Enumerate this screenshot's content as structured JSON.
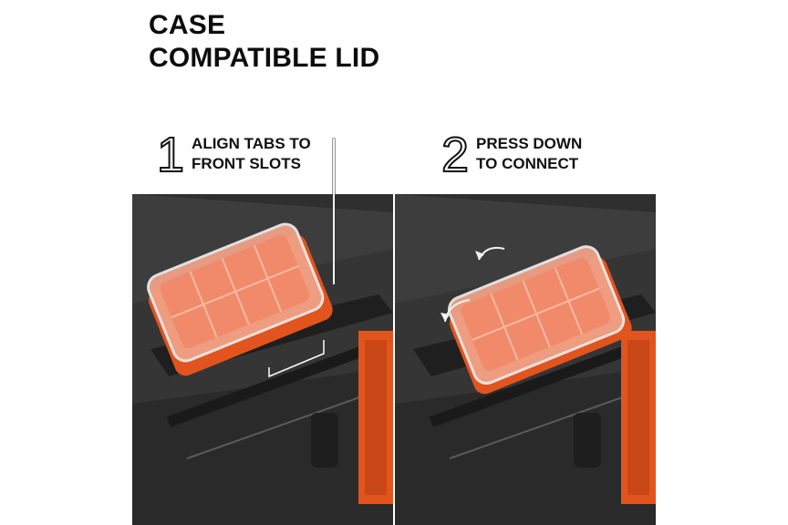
{
  "title": {
    "line1": "CASE",
    "line2": "COMPATIBLE LID"
  },
  "steps": [
    {
      "number": "1",
      "line1": "ALIGN TABS TO",
      "line2": "FRONT SLOTS"
    },
    {
      "number": "2",
      "line1": "PRESS DOWN",
      "line2": "TO CONNECT"
    }
  ],
  "colors": {
    "case_gray": "#3b3b3b",
    "case_dark": "#262626",
    "orange": "#e2541e",
    "lid_orange": "#f08a6a",
    "text": "#111111"
  },
  "icons": [
    "rotate-arrow-icon",
    "rotate-arrow-icon"
  ]
}
